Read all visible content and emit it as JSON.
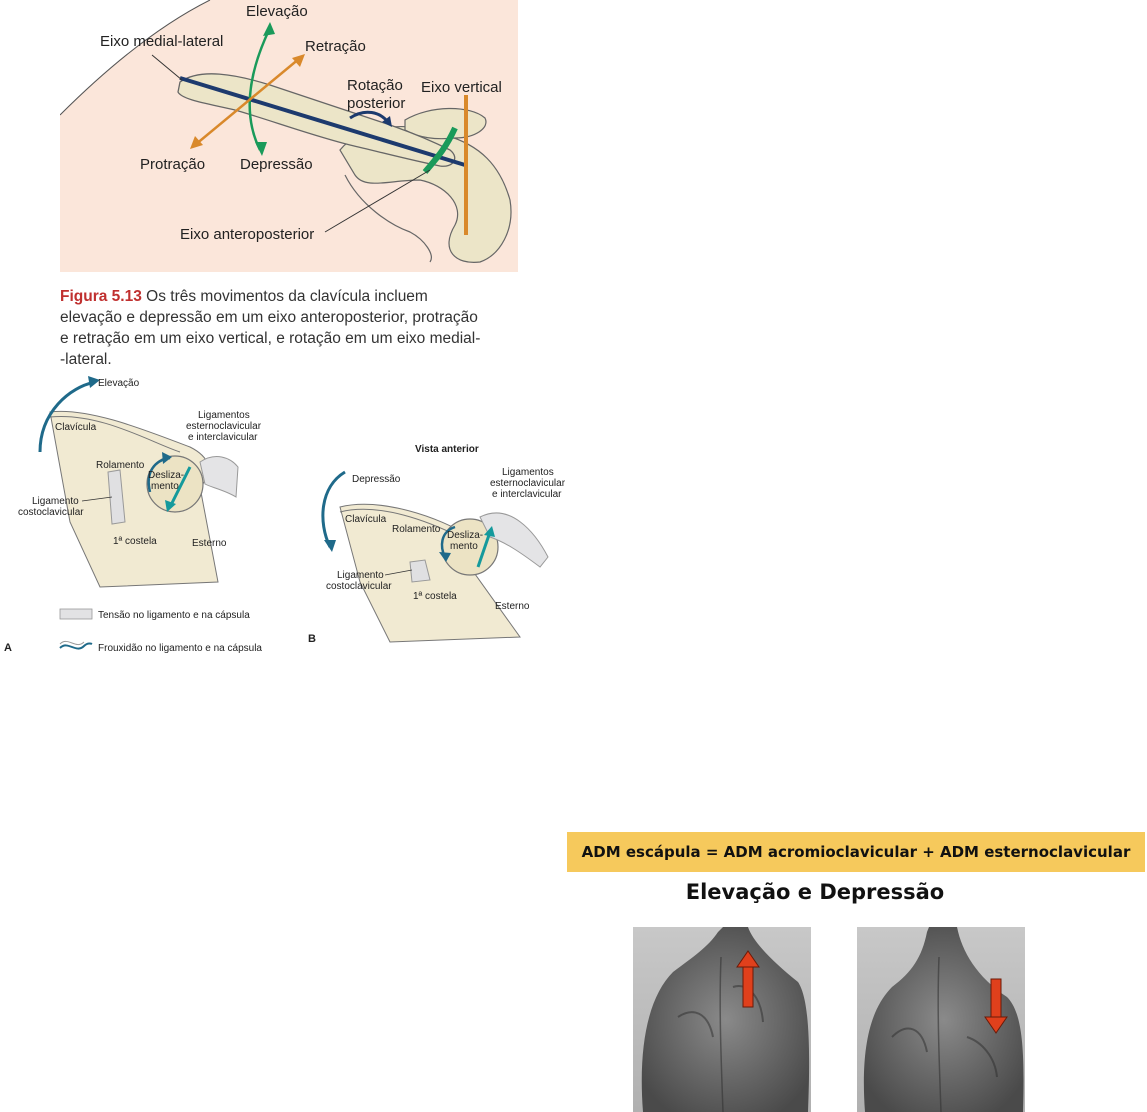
{
  "figure_513": {
    "labels": {
      "elevacao": "Elevação",
      "eixo_medial_lateral": "Eixo medial-lateral",
      "retracao": "Retração",
      "rotacao_line1": "Rotação",
      "rotacao_line2": "posterior",
      "eixo_vertical": "Eixo vertical",
      "protracao": "Protração",
      "depressao": "Depressão",
      "eixo_anteroposterior": "Eixo anteroposterior"
    },
    "caption_label": "Figura 5.13",
    "caption_line1": "Os três movimentos da clavícula incluem",
    "caption_line2": "elevação e depressão em um eixo anteroposterior, protração",
    "caption_line3": "e retração em um eixo vertical, e rotação em um eixo medial-",
    "caption_line4": "-lateral."
  },
  "figure_ab": {
    "panel_a": {
      "letter": "A",
      "elevacao": "Elevação",
      "clavicula": "Clavícula",
      "ligamentos_l1": "Ligamentos",
      "ligamentos_l2": "esternoclavicular",
      "ligamentos_l3": "e interclavicular",
      "rolamento": "Rolamento",
      "deslizamento_l1": "Desliza-",
      "deslizamento_l2": "mento",
      "lig_costo_l1": "Ligamento",
      "lig_costo_l2": "costoclavicular",
      "costela": "1ª costela",
      "esterno": "Esterno"
    },
    "panel_b": {
      "letter": "B",
      "vista_anterior": "Vista anterior",
      "depressao": "Depressão",
      "clavicula": "Clavícula",
      "ligamentos_l1": "Ligamentos",
      "ligamentos_l2": "esternoclavicular",
      "ligamentos_l3": "e interclavicular",
      "rolamento": "Rolamento",
      "deslizamento_l1": "Desliza-",
      "deslizamento_l2": "mento",
      "lig_costo_l1": "Ligamento",
      "lig_costo_l2": "costoclavicular",
      "costela": "1ª costela",
      "esterno": "Esterno"
    },
    "legend": {
      "tensao": "Tensão no ligamento e na cápsula",
      "frouxidao": "Frouxidão no ligamento e na cápsula"
    }
  },
  "adm_formula": "ADM escápula = ADM acromioclavicular + ADM esternoclavicular",
  "section_title": "Elevação e Depressão",
  "colors": {
    "highlight_box": "#f6c95c",
    "caption_label": "#c0302f",
    "arrow_green": "#1a9a5a",
    "arrow_orange": "#d9892b",
    "axis_blue": "#1d3a6e",
    "arrow_teal": "#159a9c",
    "photo_arrow_red": "#e0401c"
  }
}
